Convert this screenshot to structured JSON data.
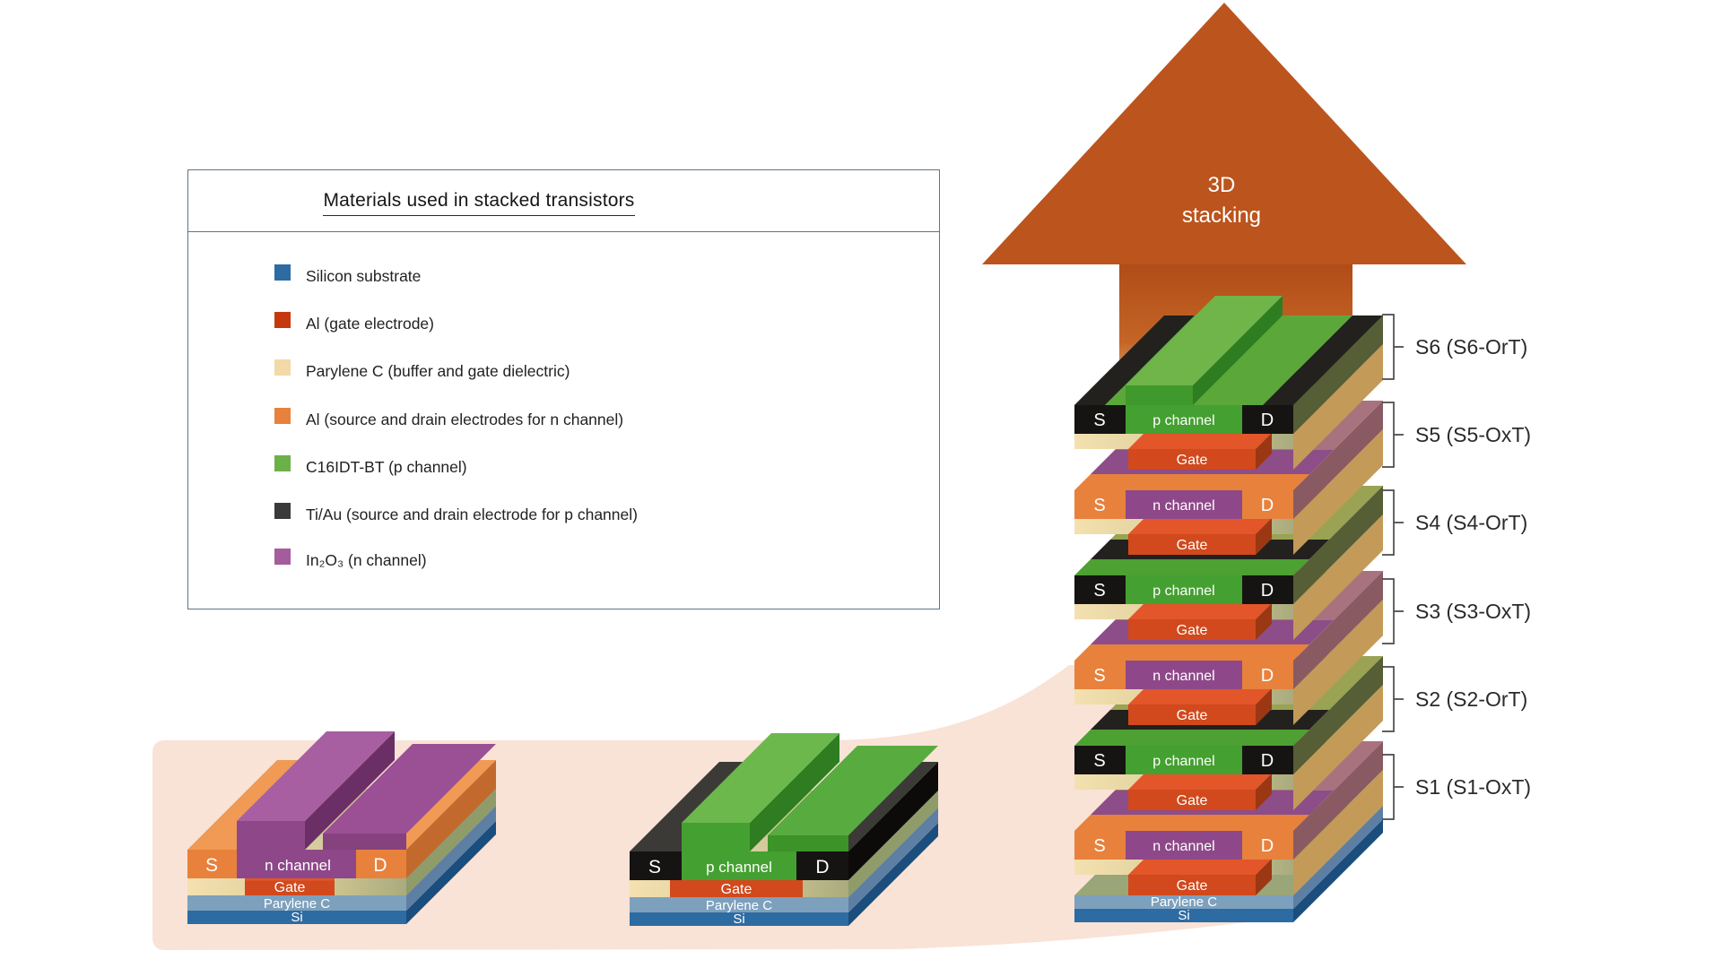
{
  "legend": {
    "title": "Materials used in stacked transistors",
    "items": [
      {
        "label": "Silicon substrate",
        "color": "#2d6ba3"
      },
      {
        "label": "Al (gate electrode)",
        "color": "#c5380d"
      },
      {
        "label": "Parylene C (buffer and gate dielectric)",
        "color": "#f2d9a7"
      },
      {
        "label": "Al (source and drain electrodes for n channel)",
        "color": "#e8813c"
      },
      {
        "label": "C16IDT-BT (p channel)",
        "color": "#6cb04a"
      },
      {
        "label": "Ti/Au (source and drain electrode for p channel)",
        "color": "#3a3a3a"
      },
      {
        "label": "In₂O₃ (n channel)",
        "color": "#a55c9c"
      }
    ]
  },
  "arrow": {
    "line1": "3D",
    "line2": "stacking",
    "color": "#bc541d"
  },
  "brackets": [
    {
      "label": "S6 (S6-OrT)"
    },
    {
      "label": "S5 (S5-OxT)"
    },
    {
      "label": "S4 (S4-OrT)"
    },
    {
      "label": "S3 (S3-OxT)"
    },
    {
      "label": "S2 (S2-OrT)"
    },
    {
      "label": "S1 (S1-OxT)"
    }
  ],
  "labels": {
    "gate": "Gate",
    "source": "S",
    "drain": "D",
    "n_channel": "n channel",
    "p_channel": "p channel",
    "parylene": "Parylene C",
    "silicon": "Si"
  }
}
